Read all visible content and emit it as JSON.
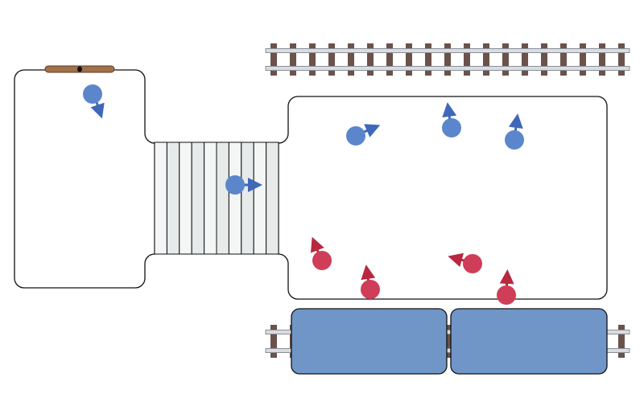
{
  "colors": {
    "background": "#ffffff",
    "outline": "#111111",
    "rail": "#8a8f96",
    "sleeper": "#6b524a",
    "door": "#a0714a",
    "bridge_light": "#f4f6f6",
    "bridge_dark": "#e6eaea",
    "train": "#7096c8",
    "blue_agent": "#5b86cc",
    "blue_arrow": "#3f68b9",
    "red_agent": "#cf3d58",
    "red_arrow": "#b8283f"
  },
  "icons": {
    "track": "railway-track-icon",
    "door": "door-icon",
    "agent": "person-agent-icon",
    "train": "train-car-icon",
    "crossing": "footbridge-icon"
  },
  "agents": {
    "blue": [
      {
        "id": "blue-1",
        "heading": "down-right"
      },
      {
        "id": "blue-2",
        "heading": "right"
      },
      {
        "id": "blue-3",
        "heading": "right"
      },
      {
        "id": "blue-4",
        "heading": "up"
      },
      {
        "id": "blue-5",
        "heading": "up"
      }
    ],
    "red": [
      {
        "id": "red-1",
        "heading": "up-left"
      },
      {
        "id": "red-2",
        "heading": "up"
      },
      {
        "id": "red-3",
        "heading": "left"
      },
      {
        "id": "red-4",
        "heading": "up"
      }
    ]
  },
  "train": {
    "cars": 2
  }
}
